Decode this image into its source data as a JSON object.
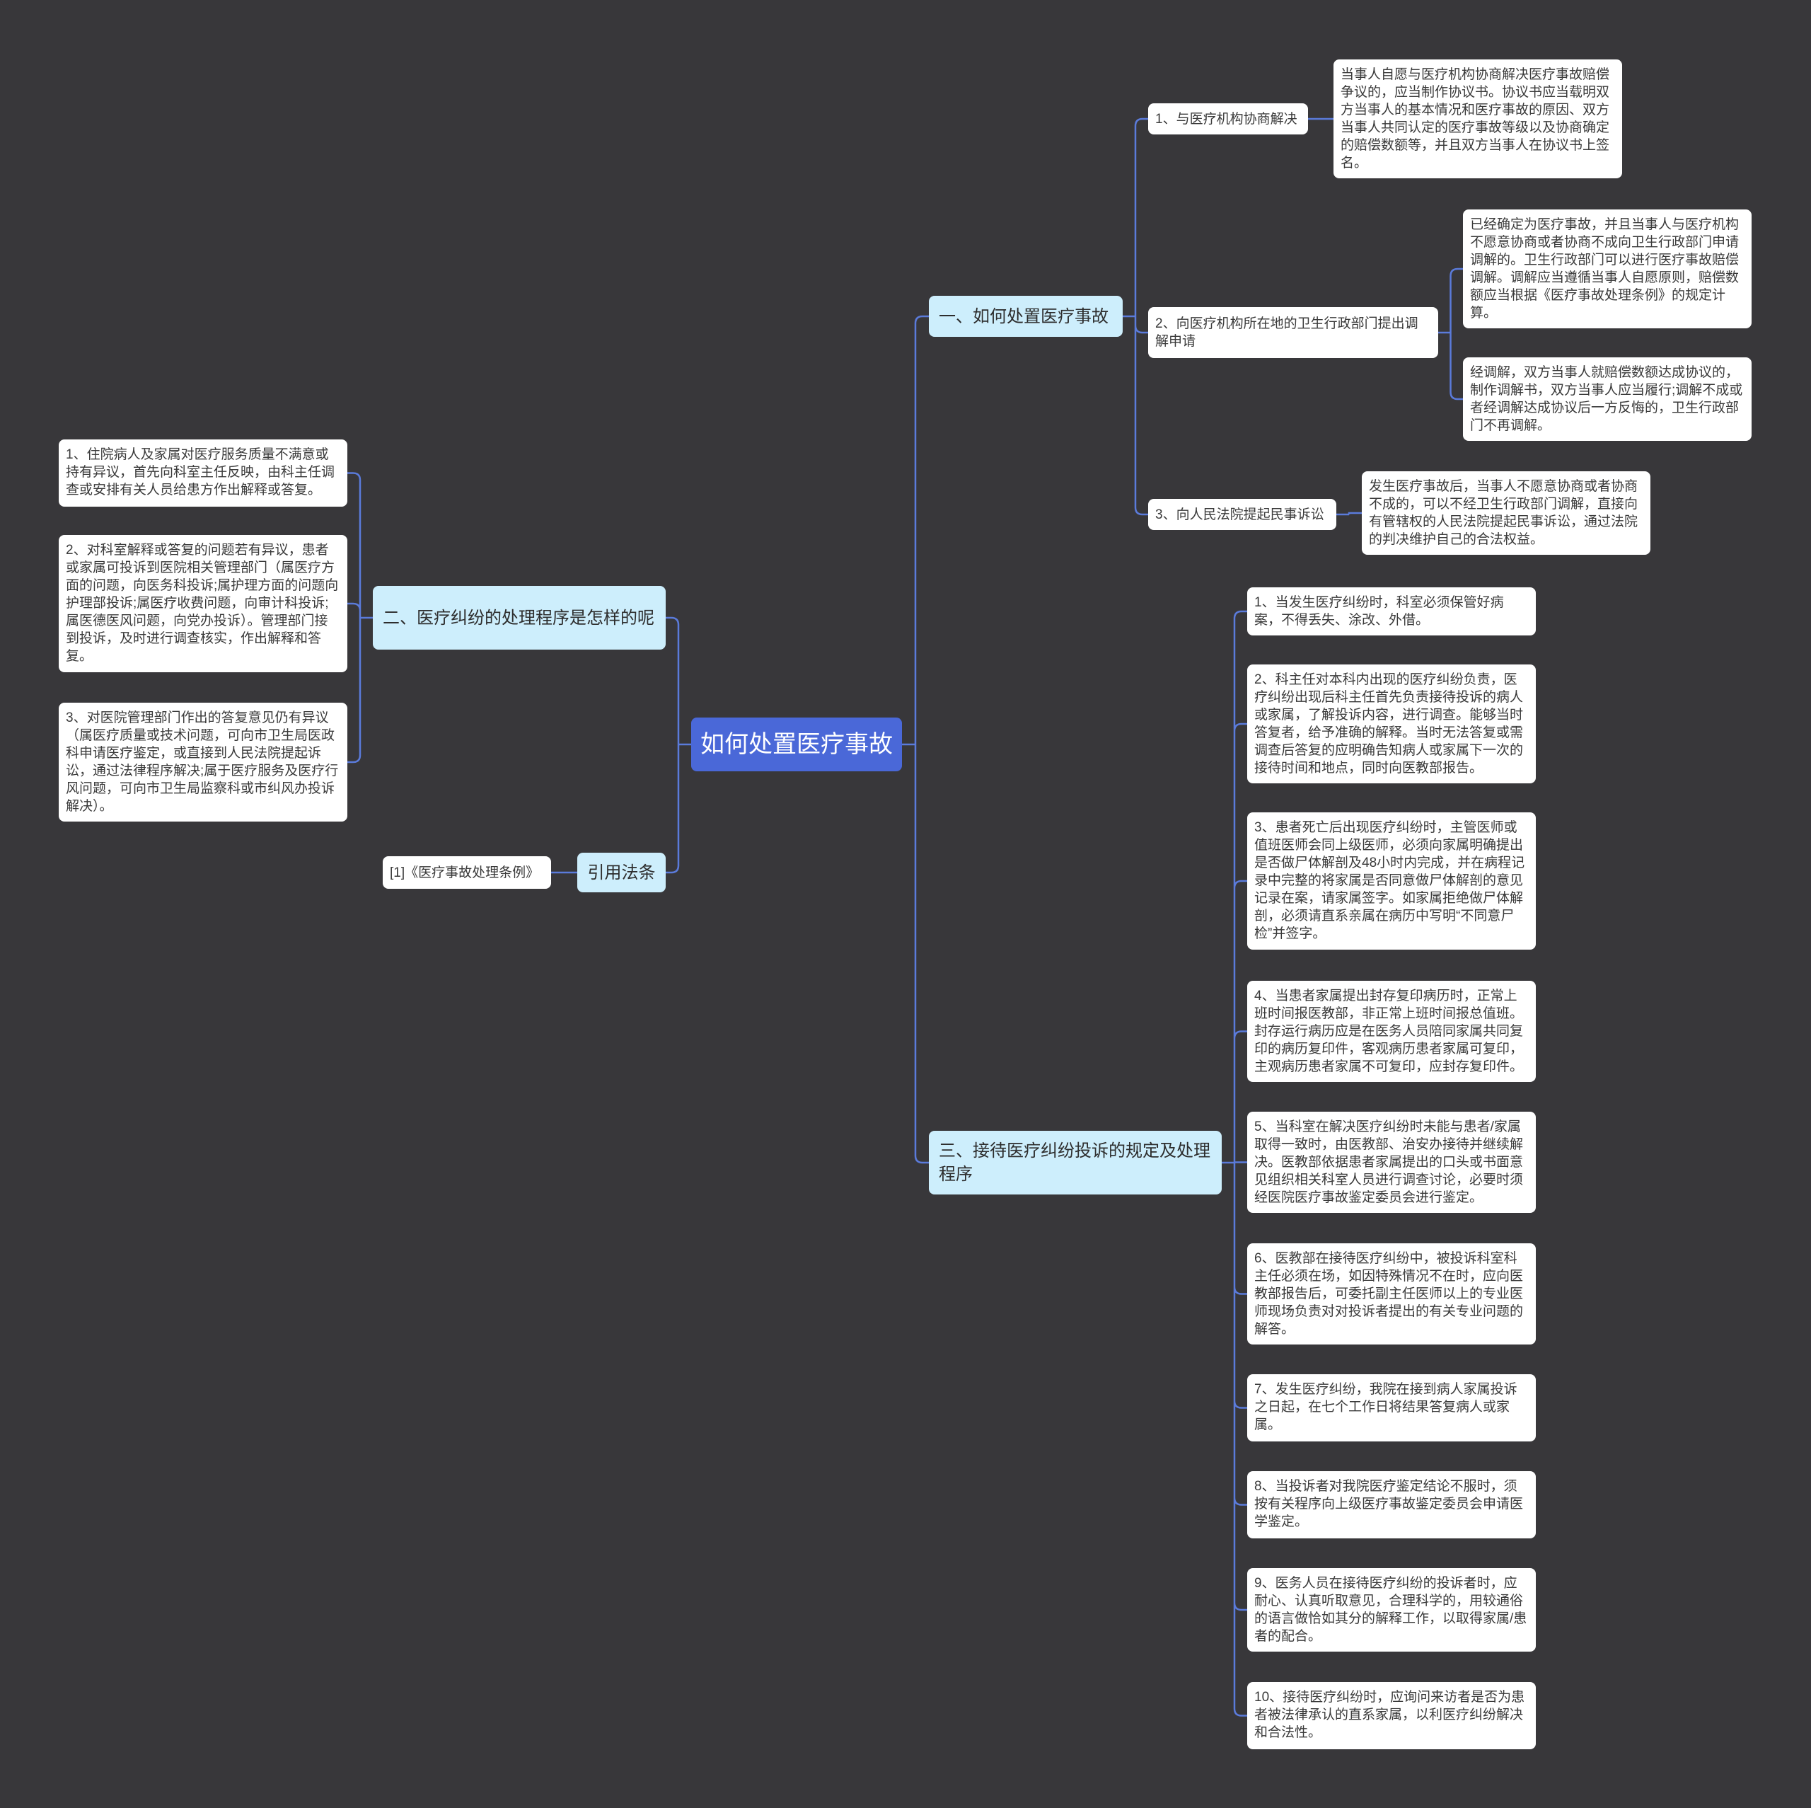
{
  "colors": {
    "background": "#38373a",
    "root_fill": "#4a68d8",
    "branch_fill": "#cdeefc",
    "leaf_fill": "#ffffff",
    "connector": "#5b7bdb"
  },
  "root": {
    "label": "如何处置医疗事故"
  },
  "branches": {
    "b1": {
      "label": "一、如何处置医疗事故"
    },
    "b2": {
      "label": "二、医疗纠纷的处理程序是怎样的呢"
    },
    "b3": {
      "label": "三、接待医疗纠纷投诉的规定及处理程序"
    },
    "b4": {
      "label": "引用法条"
    }
  },
  "subtopics": {
    "s1": "1、与医疗机构协商解决",
    "s2": "2、向医疗机构所在地的卫生行政部门提出调解申请",
    "s3": "3、向人民法院提起民事诉讼"
  },
  "details": {
    "d1": "当事人自愿与医疗机构协商解决医疗事故赔偿争议的，应当制作协议书。协议书应当载明双方当事人的基本情况和医疗事故的原因、双方当事人共同认定的医疗事故等级以及协商确定的赔偿数额等，并且双方当事人在协议书上签名。",
    "d2a": "已经确定为医疗事故，并且当事人与医疗机构不愿意协商或者协商不成向卫生行政部门申请调解的。卫生行政部门可以进行医疗事故赔偿调解。调解应当遵循当事人自愿原则，赔偿数额应当根据《医疗事故处理条例》的规定计算。",
    "d2b": "经调解，双方当事人就赔偿数额达成协议的，制作调解书，双方当事人应当履行;调解不成或者经调解达成协议后一方反悔的，卫生行政部门不再调解。",
    "d3": "发生医疗事故后，当事人不愿意协商或者协商不成的，可以不经卫生行政部门调解，直接向有管辖权的人民法院提起民事诉讼，通过法院的判决维护自己的合法权益。"
  },
  "procedure_items": [
    "1、住院病人及家属对医疗服务质量不满意或持有异议，首先向科室主任反映，由科主任调查或安排有关人员给患方作出解释或答复。",
    "2、对科室解释或答复的问题若有异议，患者或家属可投诉到医院相关管理部门（属医疗方面的问题，向医务科投诉;属护理方面的问题向护理部投诉;属医疗收费问题，向审计科投诉;属医德医风问题，向党办投诉）。管理部门接到投诉，及时进行调查核实，作出解释和答复。",
    "3、对医院管理部门作出的答复意见仍有异议（属医疗质量或技术问题，可向市卫生局医政科申请医疗鉴定，或直接到人民法院提起诉讼，通过法律程序解决;属于医疗服务及医疗行风问题，可向市卫生局监察科或市纠风办投诉解决）。"
  ],
  "reception_items": [
    "1、当发生医疗纠纷时，科室必须保管好病案，不得丢失、涂改、外借。",
    "2、科主任对本科内出现的医疗纠纷负责，医疗纠纷出现后科主任首先负责接待投诉的病人或家属，了解投诉内容，进行调查。能够当时答复者，给予准确的解释。当时无法答复或需调查后答复的应明确告知病人或家属下一次的接待时间和地点，同时向医教部报告。",
    "3、患者死亡后出现医疗纠纷时，主管医师或值班医师会同上级医师，必须向家属明确提出是否做尸体解剖及48小时内完成，并在病程记录中完整的将家属是否同意做尸体解剖的意见记录在案，请家属签字。如家属拒绝做尸体解剖，必须请直系亲属在病历中写明“不同意尸检”并签字。",
    "4、当患者家属提出封存复印病历时，正常上班时间报医教部，非正常上班时间报总值班。封存运行病历应是在医务人员陪同家属共同复印的病历复印件，客观病历患者家属可复印，主观病历患者家属不可复印，应封存复印件。",
    "5、当科室在解决医疗纠纷时未能与患者/家属取得一致时，由医教部、治安办接待并继续解决。医教部依据患者家属提出的口头或书面意见组织相关科室人员进行调查讨论，必要时须经医院医疗事故鉴定委员会进行鉴定。",
    "6、医教部在接待医疗纠纷中，被投诉科室科主任必须在场，如因特殊情况不在时，应向医教部报告后，可委托副主任医师以上的专业医师现场负责对对投诉者提出的有关专业问题的解答。",
    "7、发生医疗纠纷，我院在接到病人家属投诉之日起，在七个工作日将结果答复病人或家属。",
    "8、当投诉者对我院医疗鉴定结论不服时，须按有关程序向上级医疗事故鉴定委员会申请医学鉴定。",
    "9、医务人员在接待医疗纠纷的投诉者时，应耐心、认真听取意见，合理科学的，用较通俗的语言做恰如其分的解释工作，以取得家属/患者的配合。",
    "10、接待医疗纠纷时，应询问来访者是否为患者被法律承认的直系家属，以利医疗纠纷解决和合法性。"
  ],
  "citation": {
    "label": "[1]《医疗事故处理条例》"
  }
}
